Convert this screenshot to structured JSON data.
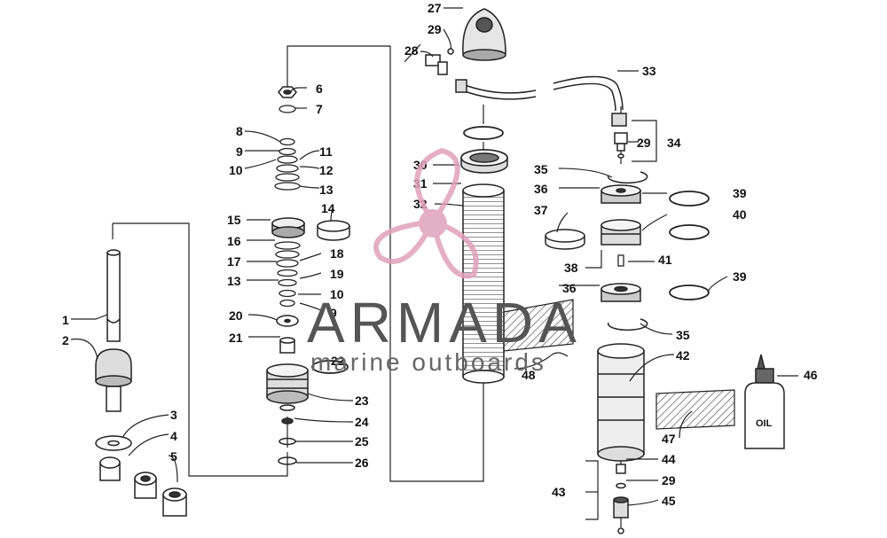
{
  "diagram": {
    "callouts": {
      "c1": "1",
      "c2": "2",
      "c3": "3",
      "c4": "4",
      "c5": "5",
      "c6": "6",
      "c7": "7",
      "c8": "8",
      "c9a": "9",
      "c10a": "10",
      "c11": "11",
      "c12": "12",
      "c13a": "13",
      "c14": "14",
      "c15": "15",
      "c16": "16",
      "c17": "17",
      "c13b": "13",
      "c18": "18",
      "c19": "19",
      "c10b": "10",
      "c9b": "9",
      "c20": "20",
      "c21": "21",
      "c22": "22",
      "c23": "23",
      "c24": "24",
      "c25": "25",
      "c26": "26",
      "c27": "27",
      "c29a": "29",
      "c28": "28",
      "c30": "30",
      "c31": "31",
      "c32": "32",
      "c48": "48",
      "c33": "33",
      "c29b": "29",
      "c34": "34",
      "c35a": "35",
      "c36a": "36",
      "c39a": "39",
      "c37": "37",
      "c40": "40",
      "c38": "38",
      "c41": "41",
      "c36b": "36",
      "c39b": "39",
      "c35b": "35",
      "c42": "42",
      "c47": "47",
      "c46": "46",
      "c44": "44",
      "c43": "43",
      "c29c": "29",
      "c45": "45"
    },
    "oil_label": "OIL",
    "watermark": {
      "name": "ARMADA",
      "tagline": "marine outboards",
      "color": "#e0a2bd"
    }
  }
}
